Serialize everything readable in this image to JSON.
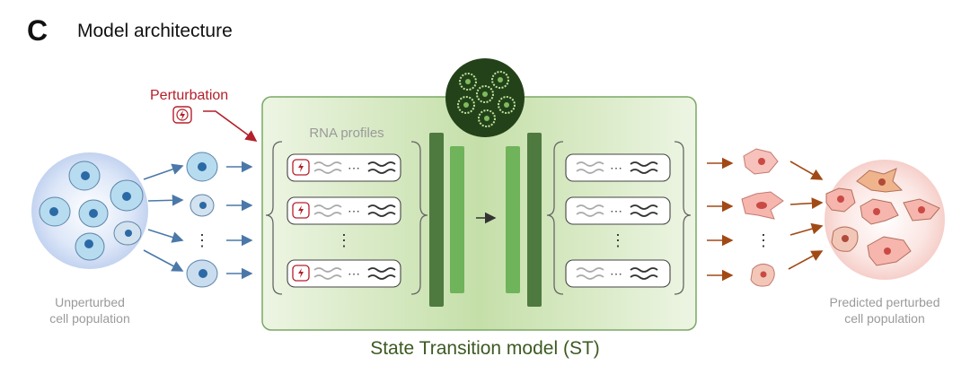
{
  "panel": {
    "letter": "C",
    "title": "Model architecture"
  },
  "perturbation": {
    "label": "Perturbation",
    "icon": "lightning-icon"
  },
  "model": {
    "inner_label": "RNA profiles",
    "name": "State Transition model (ST)",
    "ellipsis": "⋯",
    "vertical_ellipsis": "⋮"
  },
  "input_population": {
    "line1": "Unperturbed",
    "line2": "cell population"
  },
  "output_population": {
    "line1": "Predicted perturbed",
    "line2": "cell population"
  },
  "colors": {
    "perturbation_red": "#b3202a",
    "model_green_dark": "#4e7a3f",
    "model_green_light": "#6fb35a",
    "model_bg": "#dfeccf",
    "model_title": "#3c5a22",
    "input_cell": "#b7dcf0",
    "input_nucleus": "#2c6aa6",
    "output_cell": "#f6b6ae",
    "output_nucleus": "#c94a44",
    "arrow_blue": "#4b78a8",
    "arrow_brown": "#a14a16"
  }
}
